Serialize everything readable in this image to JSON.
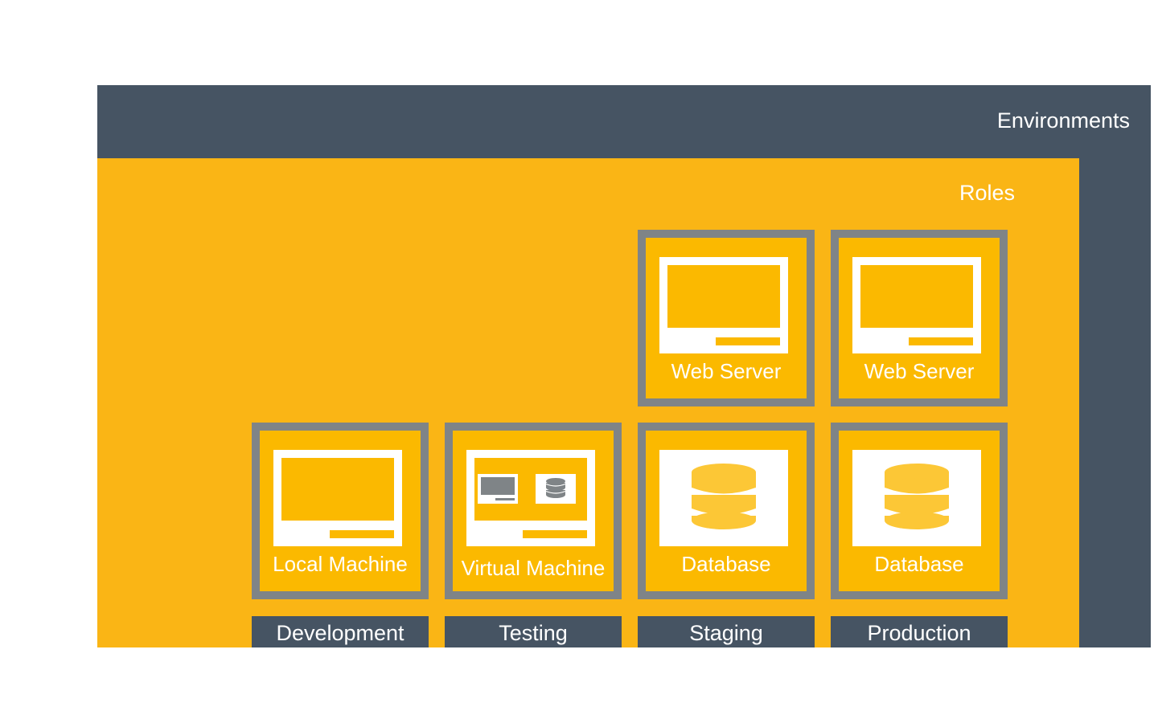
{
  "environments": {
    "title": "Environments",
    "labels": [
      "Development",
      "Testing",
      "Staging",
      "Production"
    ]
  },
  "roles": {
    "title": "Roles",
    "tiles": {
      "web_server_staging": {
        "label": "Web Server",
        "icon": "monitor-icon"
      },
      "web_server_production": {
        "label": "Web Server",
        "icon": "monitor-icon"
      },
      "local_machine": {
        "label": "Local Machine",
        "icon": "monitor-icon"
      },
      "virtual_machine": {
        "label": "Virtual Machine",
        "icon": "virtual-machine-icon"
      },
      "database_staging": {
        "label": "Database",
        "icon": "database-icon"
      },
      "database_production": {
        "label": "Database",
        "icon": "database-icon"
      }
    }
  },
  "colors": {
    "environment_panel": "#465463",
    "roles_panel": "#fab515",
    "tile_fill": "#fbb900",
    "tile_border": "#7f8487",
    "database_disk": "#fcc736",
    "text": "#ffffff"
  }
}
